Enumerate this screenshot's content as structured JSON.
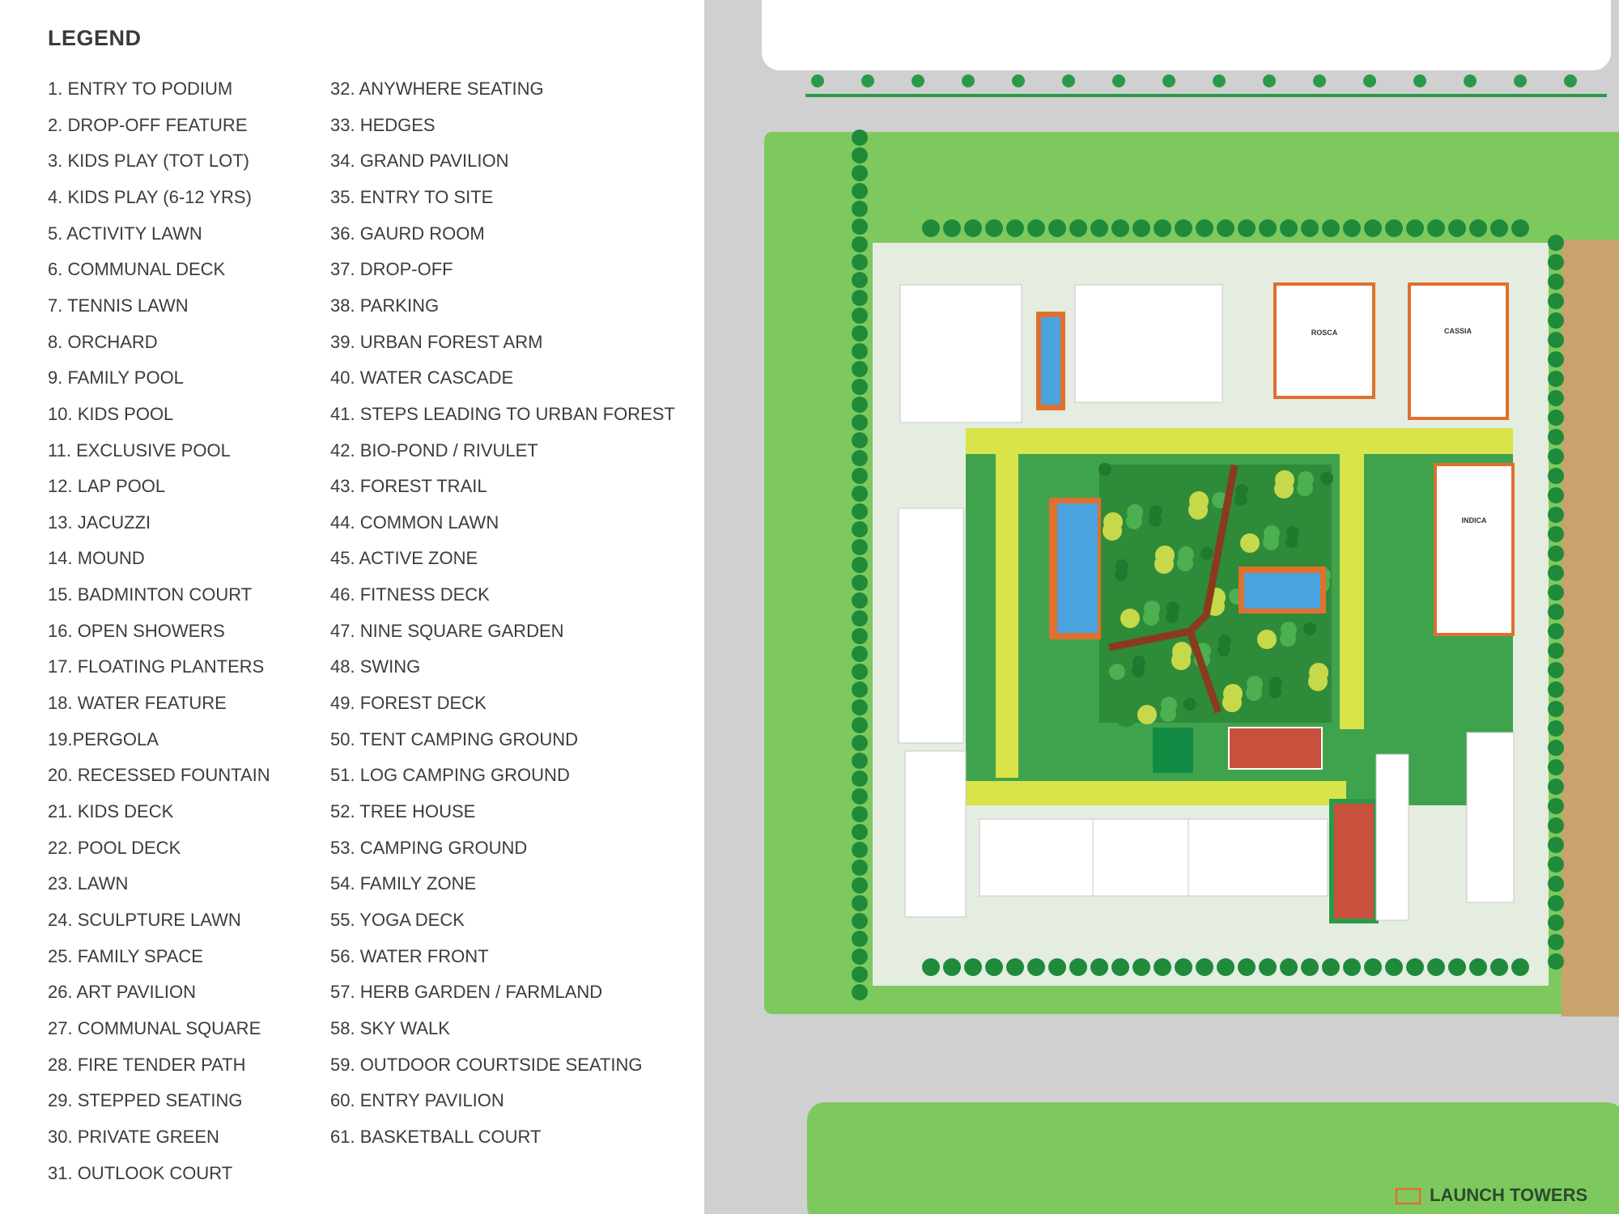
{
  "legend": {
    "title": "LEGEND",
    "items": [
      "1. ENTRY TO PODIUM",
      "2. DROP-OFF FEATURE",
      "3. KIDS PLAY (TOT LOT)",
      "4. KIDS PLAY (6-12 YRS)",
      "5. ACTIVITY LAWN",
      "6. COMMUNAL DECK",
      "7. TENNIS LAWN",
      "8. ORCHARD",
      "9. FAMILY POOL",
      "10. KIDS POOL",
      "11. EXCLUSIVE POOL",
      "12. LAP POOL",
      "13. JACUZZI",
      "14. MOUND",
      "15. BADMINTON COURT",
      "16. OPEN SHOWERS",
      "17. FLOATING PLANTERS",
      "18. WATER FEATURE",
      "19.PERGOLA",
      "20. RECESSED FOUNTAIN",
      "21. KIDS DECK",
      "22. POOL DECK",
      "23. LAWN",
      "24. SCULPTURE LAWN",
      "25. FAMILY SPACE",
      "26. ART PAVILION",
      "27. COMMUNAL SQUARE",
      "28. FIRE TENDER PATH",
      "29. STEPPED SEATING",
      "30. PRIVATE GREEN",
      "31. OUTLOOK COURT",
      "32. ANYWHERE SEATING",
      "33. HEDGES",
      "34. GRAND PAVILION",
      "35. ENTRY TO SITE",
      "36. GAURD ROOM",
      "37. DROP-OFF",
      "38. PARKING",
      "39. URBAN FOREST ARM",
      "40. WATER CASCADE",
      "41. STEPS LEADING TO URBAN FOREST",
      "42. BIO-POND / RIVULET",
      "43. FOREST TRAIL",
      "44. COMMON LAWN",
      "45. ACTIVE ZONE",
      "46. FITNESS DECK",
      "47. NINE SQUARE GARDEN",
      "48. SWING",
      "49. FOREST DECK",
      "50. TENT CAMPING GROUND",
      "51. LOG CAMPING GROUND",
      "52. TREE HOUSE",
      "53. CAMPING GROUND",
      "54. FAMILY ZONE",
      "55. YOGA DECK",
      "56. WATER FRONT",
      "57. HERB GARDEN / FARMLAND",
      "58. SKY WALK",
      "59. OUTDOOR COURTSIDE SEATING",
      "60. ENTRY PAVILION",
      "61. BASKETBALL COURT"
    ]
  },
  "map": {
    "towers": [
      "ROSCA",
      "CASSIA",
      "INDICA"
    ],
    "launch_legend": "LAUNCH TOWERS",
    "colors": {
      "lawn": "#7dc95e",
      "forest": "#2f8f3c",
      "road": "#d2d2d2",
      "pool": "#4aa3df",
      "tower_outline": "#e0702e",
      "path": "#d9e34a",
      "soil": "#c9a36b",
      "court": "#c8503c"
    }
  }
}
